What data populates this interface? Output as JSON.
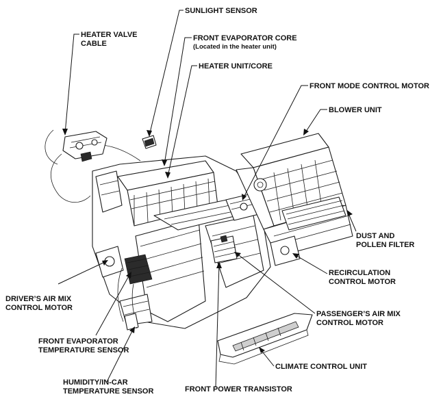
{
  "labels": {
    "sunlight_sensor": "SUNLIGHT SENSOR",
    "heater_valve_cable_1": "HEATER VALVE",
    "heater_valve_cable_2": "CABLE",
    "front_evaporator_core": "FRONT EVAPORATOR CORE",
    "front_evaporator_core_note": "(Located in the heater unit)",
    "heater_unit_core": "HEATER UNIT/CORE",
    "front_mode_control_motor": "FRONT MODE CONTROL MOTOR",
    "blower_unit": "BLOWER UNIT",
    "dust_pollen_filter_1": "DUST AND",
    "dust_pollen_filter_2": "POLLEN FILTER",
    "recirculation_motor_1": "RECIRCULATION",
    "recirculation_motor_2": "CONTROL MOTOR",
    "drivers_air_mix_1": "DRIVER’S AIR MIX",
    "drivers_air_mix_2": "CONTROL MOTOR",
    "passengers_air_mix_1": "PASSENGER’S AIR MIX",
    "passengers_air_mix_2": "CONTROL MOTOR",
    "front_evap_temp_sensor_1": "FRONT EVAPORATOR",
    "front_evap_temp_sensor_2": "TEMPERATURE SENSOR",
    "climate_control_unit": "CLIMATE CONTROL UNIT",
    "humidity_sensor_1": "HUMIDITY/IN-CAR",
    "humidity_sensor_2": "TEMPERATURE SENSOR",
    "front_power_transistor": "FRONT POWER TRANSISTOR"
  }
}
